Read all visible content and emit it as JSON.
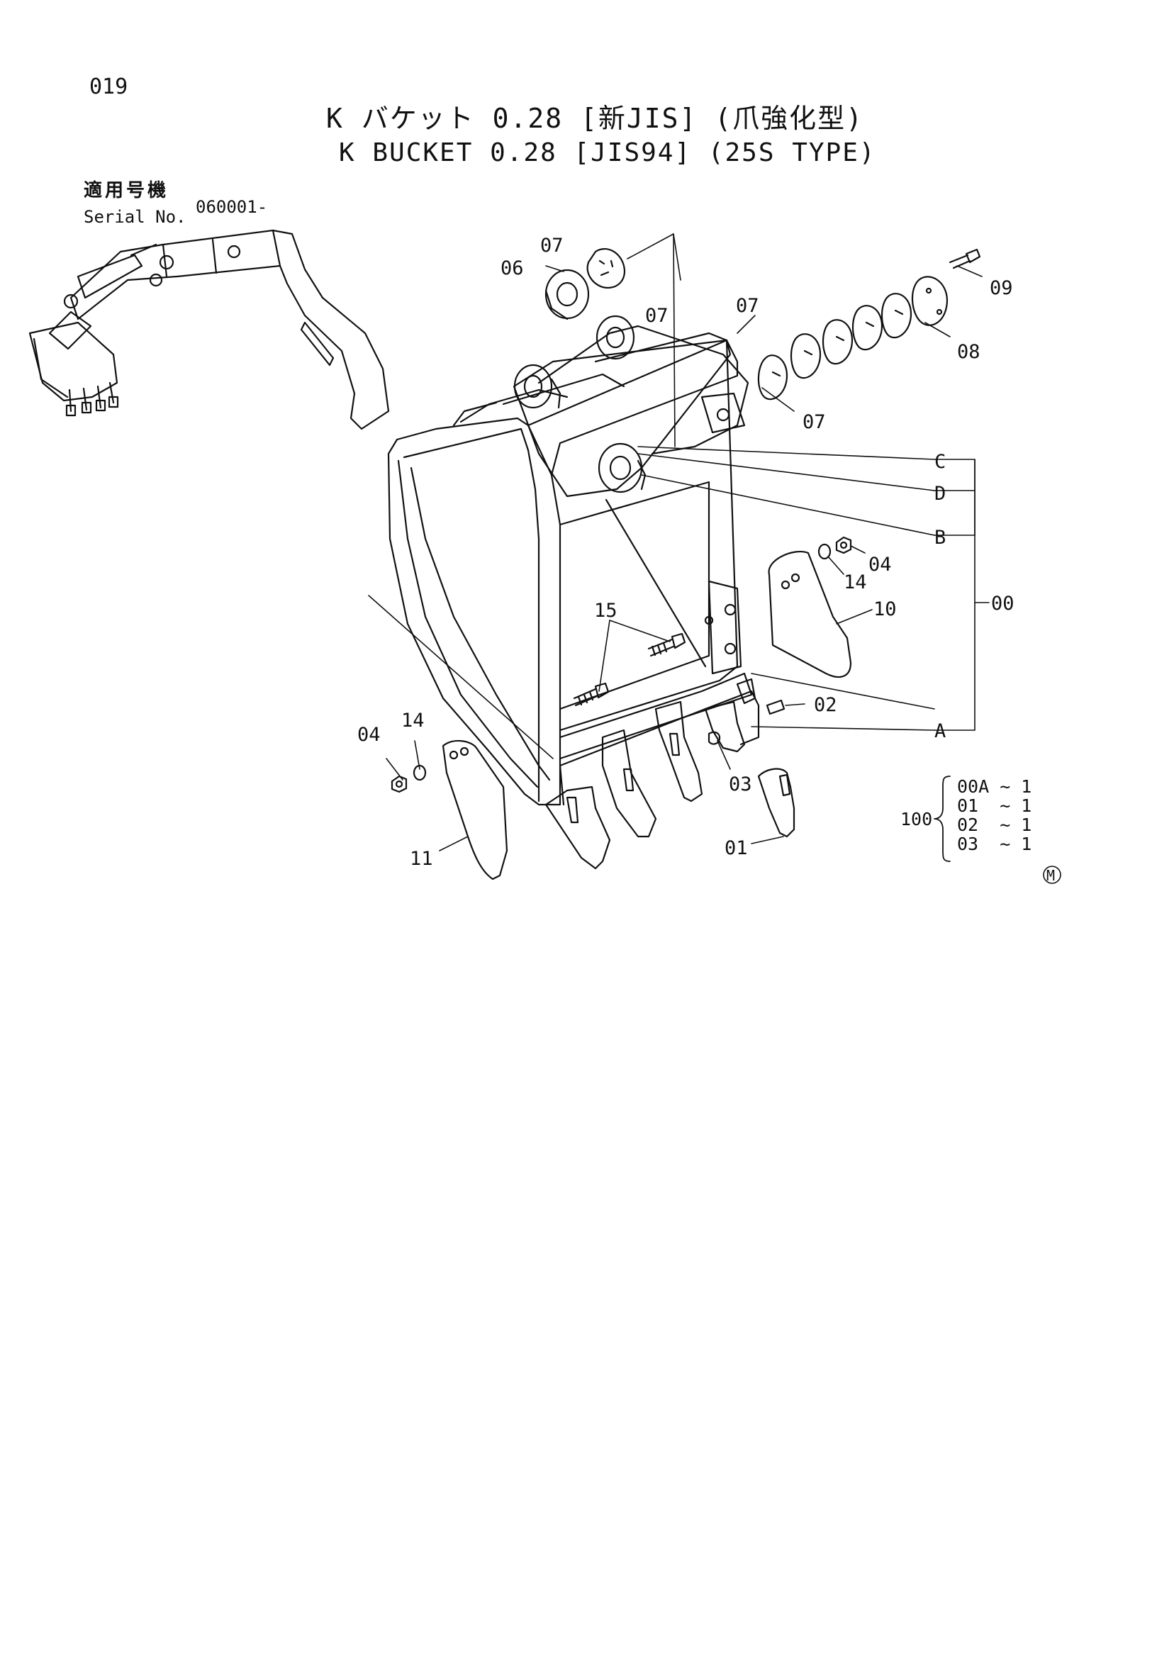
{
  "page_number": "019",
  "title": {
    "japanese": "K バケット 0.28 [新JIS] (爪強化型)",
    "english": "K BUCKET 0.28 [JIS94] (25S TYPE)"
  },
  "serial": {
    "label_jp": "適用号機",
    "label_en": "Serial No.",
    "value": "060001-"
  },
  "callouts": {
    "c07a": "07",
    "c06": "06",
    "c07b": "07",
    "c07c": "07",
    "c07d": "07",
    "c09": "09",
    "c08": "08",
    "cC": "C",
    "cD": "D",
    "cB": "B",
    "c04r": "04",
    "c14r": "14",
    "c10": "10",
    "c00": "00",
    "c15": "15",
    "c02": "02",
    "cA": "A",
    "c04l": "04",
    "c14l": "14",
    "c03": "03",
    "c11": "11",
    "c01": "01"
  },
  "assembly": {
    "number": "100",
    "items": [
      "00A ~ 1",
      "01  ~ 1",
      "02  ~ 1",
      "03  ~ 1"
    ]
  },
  "mark": "M"
}
